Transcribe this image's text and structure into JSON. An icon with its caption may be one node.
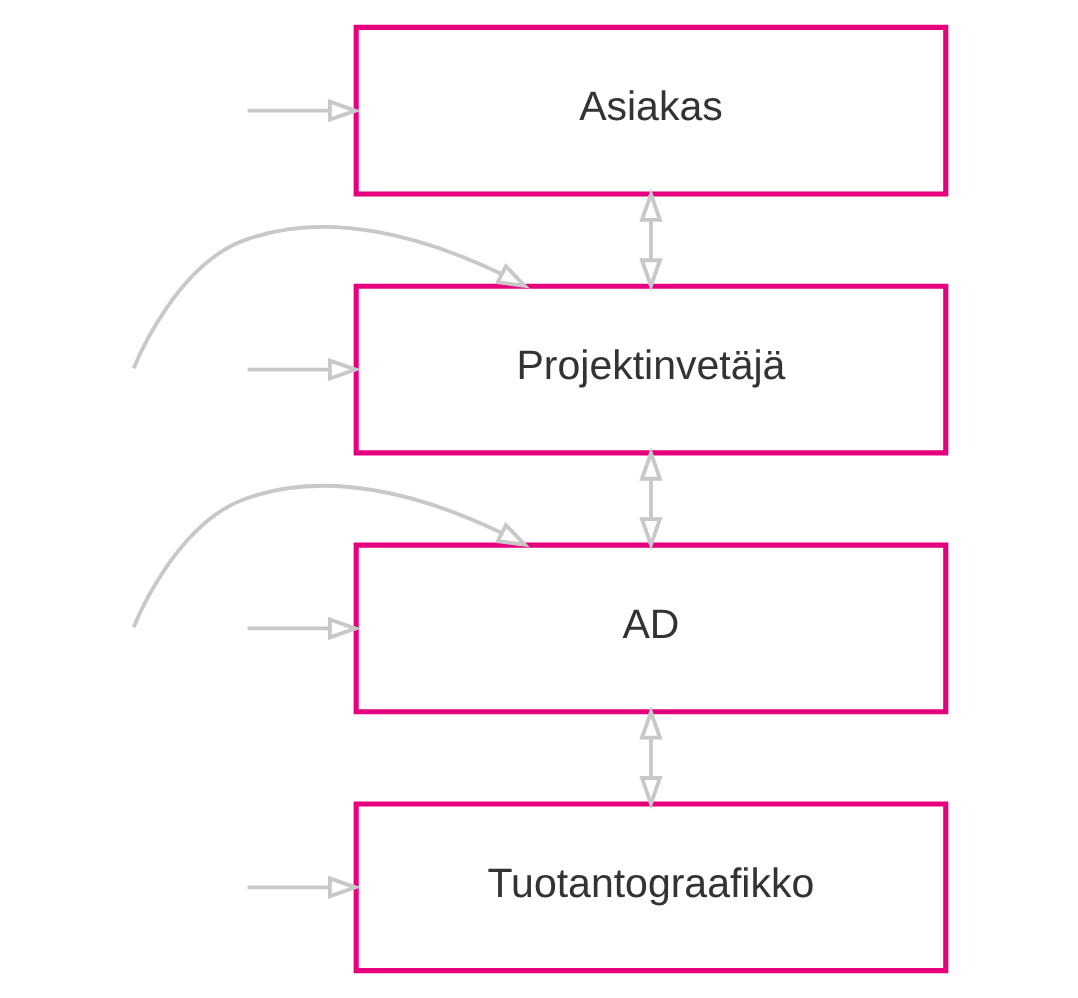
{
  "diagram": {
    "nodes": [
      {
        "text": [
          "Asiakas"
        ]
      },
      {
        "text": [
          "Projektinvetäjä"
        ]
      },
      {
        "text": [
          "AD"
        ]
      },
      {
        "text": [
          "Tuotantograafikko"
        ]
      }
    ],
    "edges": [
      {
        "from": 0,
        "to": 1,
        "arrow": "both"
      },
      {
        "from": 1,
        "to": 2,
        "arrow": "both"
      },
      {
        "from": 2,
        "to": 3,
        "arrow": "both"
      },
      {
        "from": null,
        "to": 0,
        "arrow": "to"
      },
      {
        "from": null,
        "to": 1,
        "arrow": "to"
      },
      {
        "from": null,
        "to": 1,
        "arrow": "to"
      },
      {
        "from": null,
        "to": 2,
        "arrow": "to"
      },
      {
        "from": null,
        "to": 2,
        "arrow": "to"
      },
      {
        "from": null,
        "to": 3,
        "arrow": "to"
      }
    ]
  }
}
